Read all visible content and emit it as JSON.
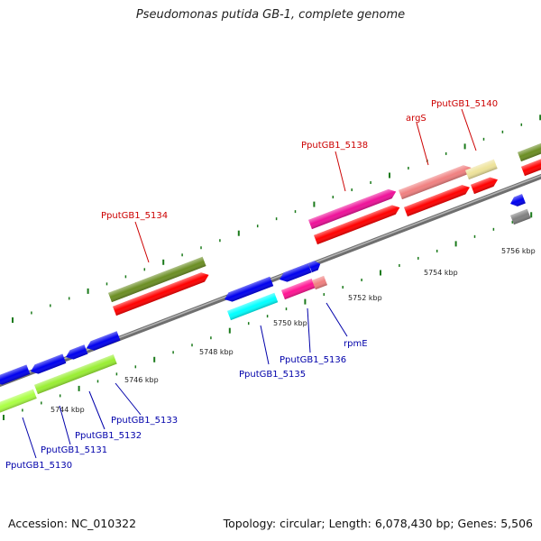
{
  "title": "Pseudomonas putida GB-1, complete genome",
  "footer": {
    "accession": "Accession: NC_010322",
    "stats": "Topology: circular; Length: 6,078,430 bp; Genes: 5,506"
  },
  "colors": {
    "forward_label": "#cc0000",
    "reverse_label": "#0000aa",
    "backbone": "#8c8c8c",
    "tick": "#1a7a1a"
  },
  "kbp_labels": [
    "5744 kbp",
    "5746 kbp",
    "5748 kbp",
    "5750 kbp",
    "5752 kbp",
    "5754 kbp",
    "5756 kbp"
  ],
  "forward_gene_labels": [
    "PputGB1_5134",
    "PputGB1_5138",
    "argS",
    "PputGB1_5140"
  ],
  "reverse_gene_labels": [
    "PputGB1_5130",
    "PputGB1_5131",
    "PputGB1_5132",
    "PputGB1_5133",
    "PputGB1_5135",
    "PputGB1_5136",
    "rpmE"
  ]
}
